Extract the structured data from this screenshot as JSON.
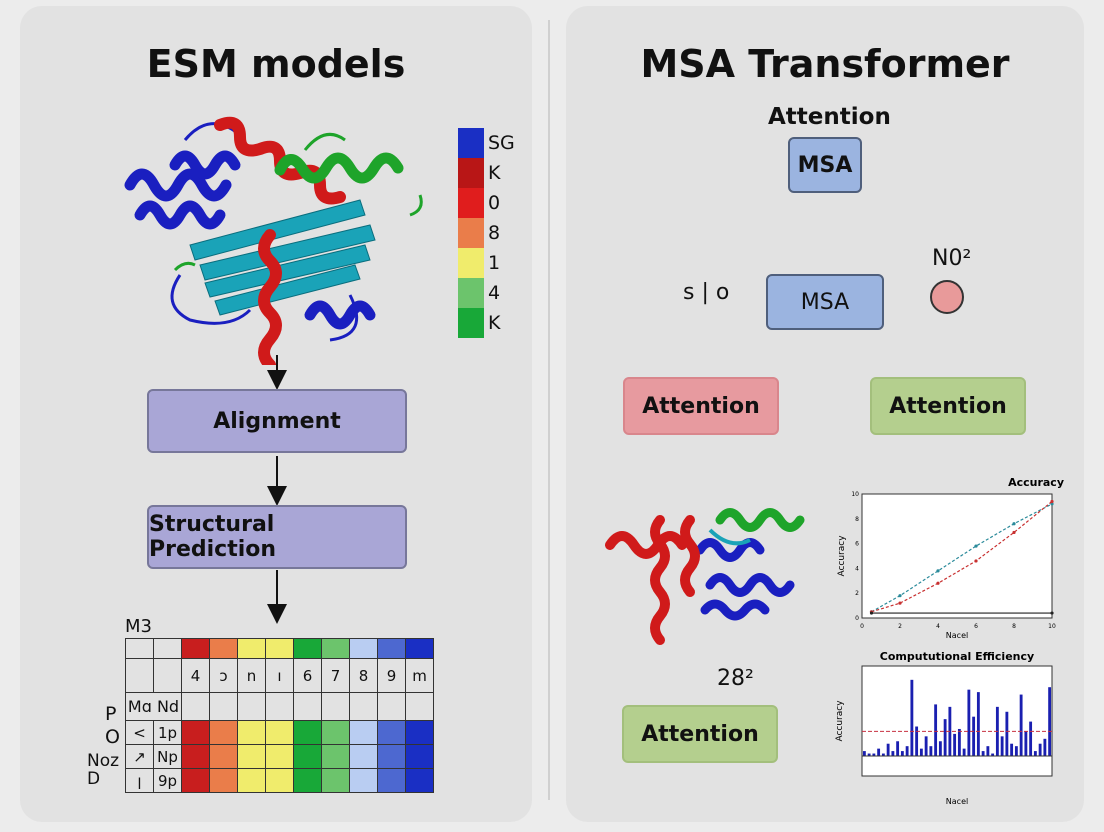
{
  "left": {
    "title": "ESM models",
    "legend": [
      {
        "label": "SG",
        "color": "#1a2fc4"
      },
      {
        "label": "K",
        "color": "#b81616"
      },
      {
        "label": "0",
        "color": "#e01d1d"
      },
      {
        "label": "8",
        "color": "#ea7d4a"
      },
      {
        "label": "1",
        "color": "#f0ec6c"
      },
      {
        "label": "4",
        "color": "#6cc46c"
      },
      {
        "label": "K",
        "color": "#18a838"
      }
    ],
    "alignment_label": "Alignment",
    "structural_label": "Structural Prediction",
    "table": {
      "corner_label": "M3",
      "header_colors": [
        "#c81e1e",
        "#ea7d4a",
        "#f0ec6c",
        "#f0ec6c",
        "#18a838",
        "#6cc46c",
        "#b9cdf2",
        "#4d68d0",
        "#1a2fc4"
      ],
      "header_values": [
        "4",
        "ɔ",
        "n",
        "ı",
        "6",
        "7",
        "8",
        "9",
        "m"
      ],
      "row2_label": "Mɑ Nd",
      "rows": [
        {
          "side": "P",
          "sym": "<",
          "val": "1p"
        },
        {
          "side": "O",
          "sym": "↗",
          "val": "Np"
        },
        {
          "side": "Noz D",
          "sym": "ꞁ",
          "val": "9p"
        }
      ],
      "row_colors": [
        "#c81e1e",
        "#ea7d4a",
        "#f0ec6c",
        "#f0ec6c",
        "#18a838",
        "#6cc46c",
        "#b9cdf2",
        "#4d68d0",
        "#1a2fc4"
      ]
    }
  },
  "right": {
    "title": "MSA Transformer",
    "attention_top": "Attention",
    "msa_top": "MSA",
    "msa_mid": "MSA",
    "no2_label": "N0²",
    "so_label": "s | o",
    "attention_pink": "Attention",
    "attention_green": "Attention",
    "label_28": "28²",
    "attention_bottom": "Attention",
    "chart1": {
      "title": "Accuracy",
      "ylabel": "Accuracy",
      "xlabel": "Nacel"
    },
    "chart2": {
      "title": "Compututional Efficiency",
      "ylabel": "Accuracy",
      "xlabel": "Nacel"
    }
  },
  "chart_data": [
    {
      "type": "line",
      "title": "Accuracy",
      "xlabel": "Nacel",
      "ylabel": "Accuracy",
      "xlim": [
        0,
        10
      ],
      "ylim": [
        0,
        10
      ],
      "series": [
        {
          "color": "#2a8a9a",
          "x": [
            0.5,
            2,
            4,
            6,
            8,
            10
          ],
          "values": [
            0.5,
            1.8,
            3.8,
            5.8,
            7.6,
            9.2
          ]
        },
        {
          "color": "#c83030",
          "x": [
            0.5,
            2,
            4,
            6,
            8,
            10
          ],
          "values": [
            0.5,
            1.2,
            2.8,
            4.6,
            6.9,
            9.4
          ]
        },
        {
          "color": "#222222",
          "x": [
            0.5,
            10
          ],
          "values": [
            0.4,
            0.4
          ]
        }
      ]
    },
    {
      "type": "bar",
      "title": "Compututional Efficiency",
      "xlabel": "Nacel",
      "ylabel": "Accuracy",
      "values": [
        0.2,
        0.1,
        0.1,
        0.3,
        0.1,
        0.5,
        0.2,
        0.6,
        0.2,
        0.4,
        3.1,
        1.2,
        0.3,
        0.8,
        0.4,
        2.1,
        0.6,
        1.5,
        2.0,
        0.9,
        1.1,
        0.3,
        2.7,
        1.6,
        2.6,
        0.2,
        0.4,
        0.1,
        2.0,
        0.8,
        1.8,
        0.5,
        0.4,
        2.5,
        1.0,
        1.4,
        0.2,
        0.5,
        0.7,
        2.8
      ],
      "reference_line": 1.0
    }
  ]
}
